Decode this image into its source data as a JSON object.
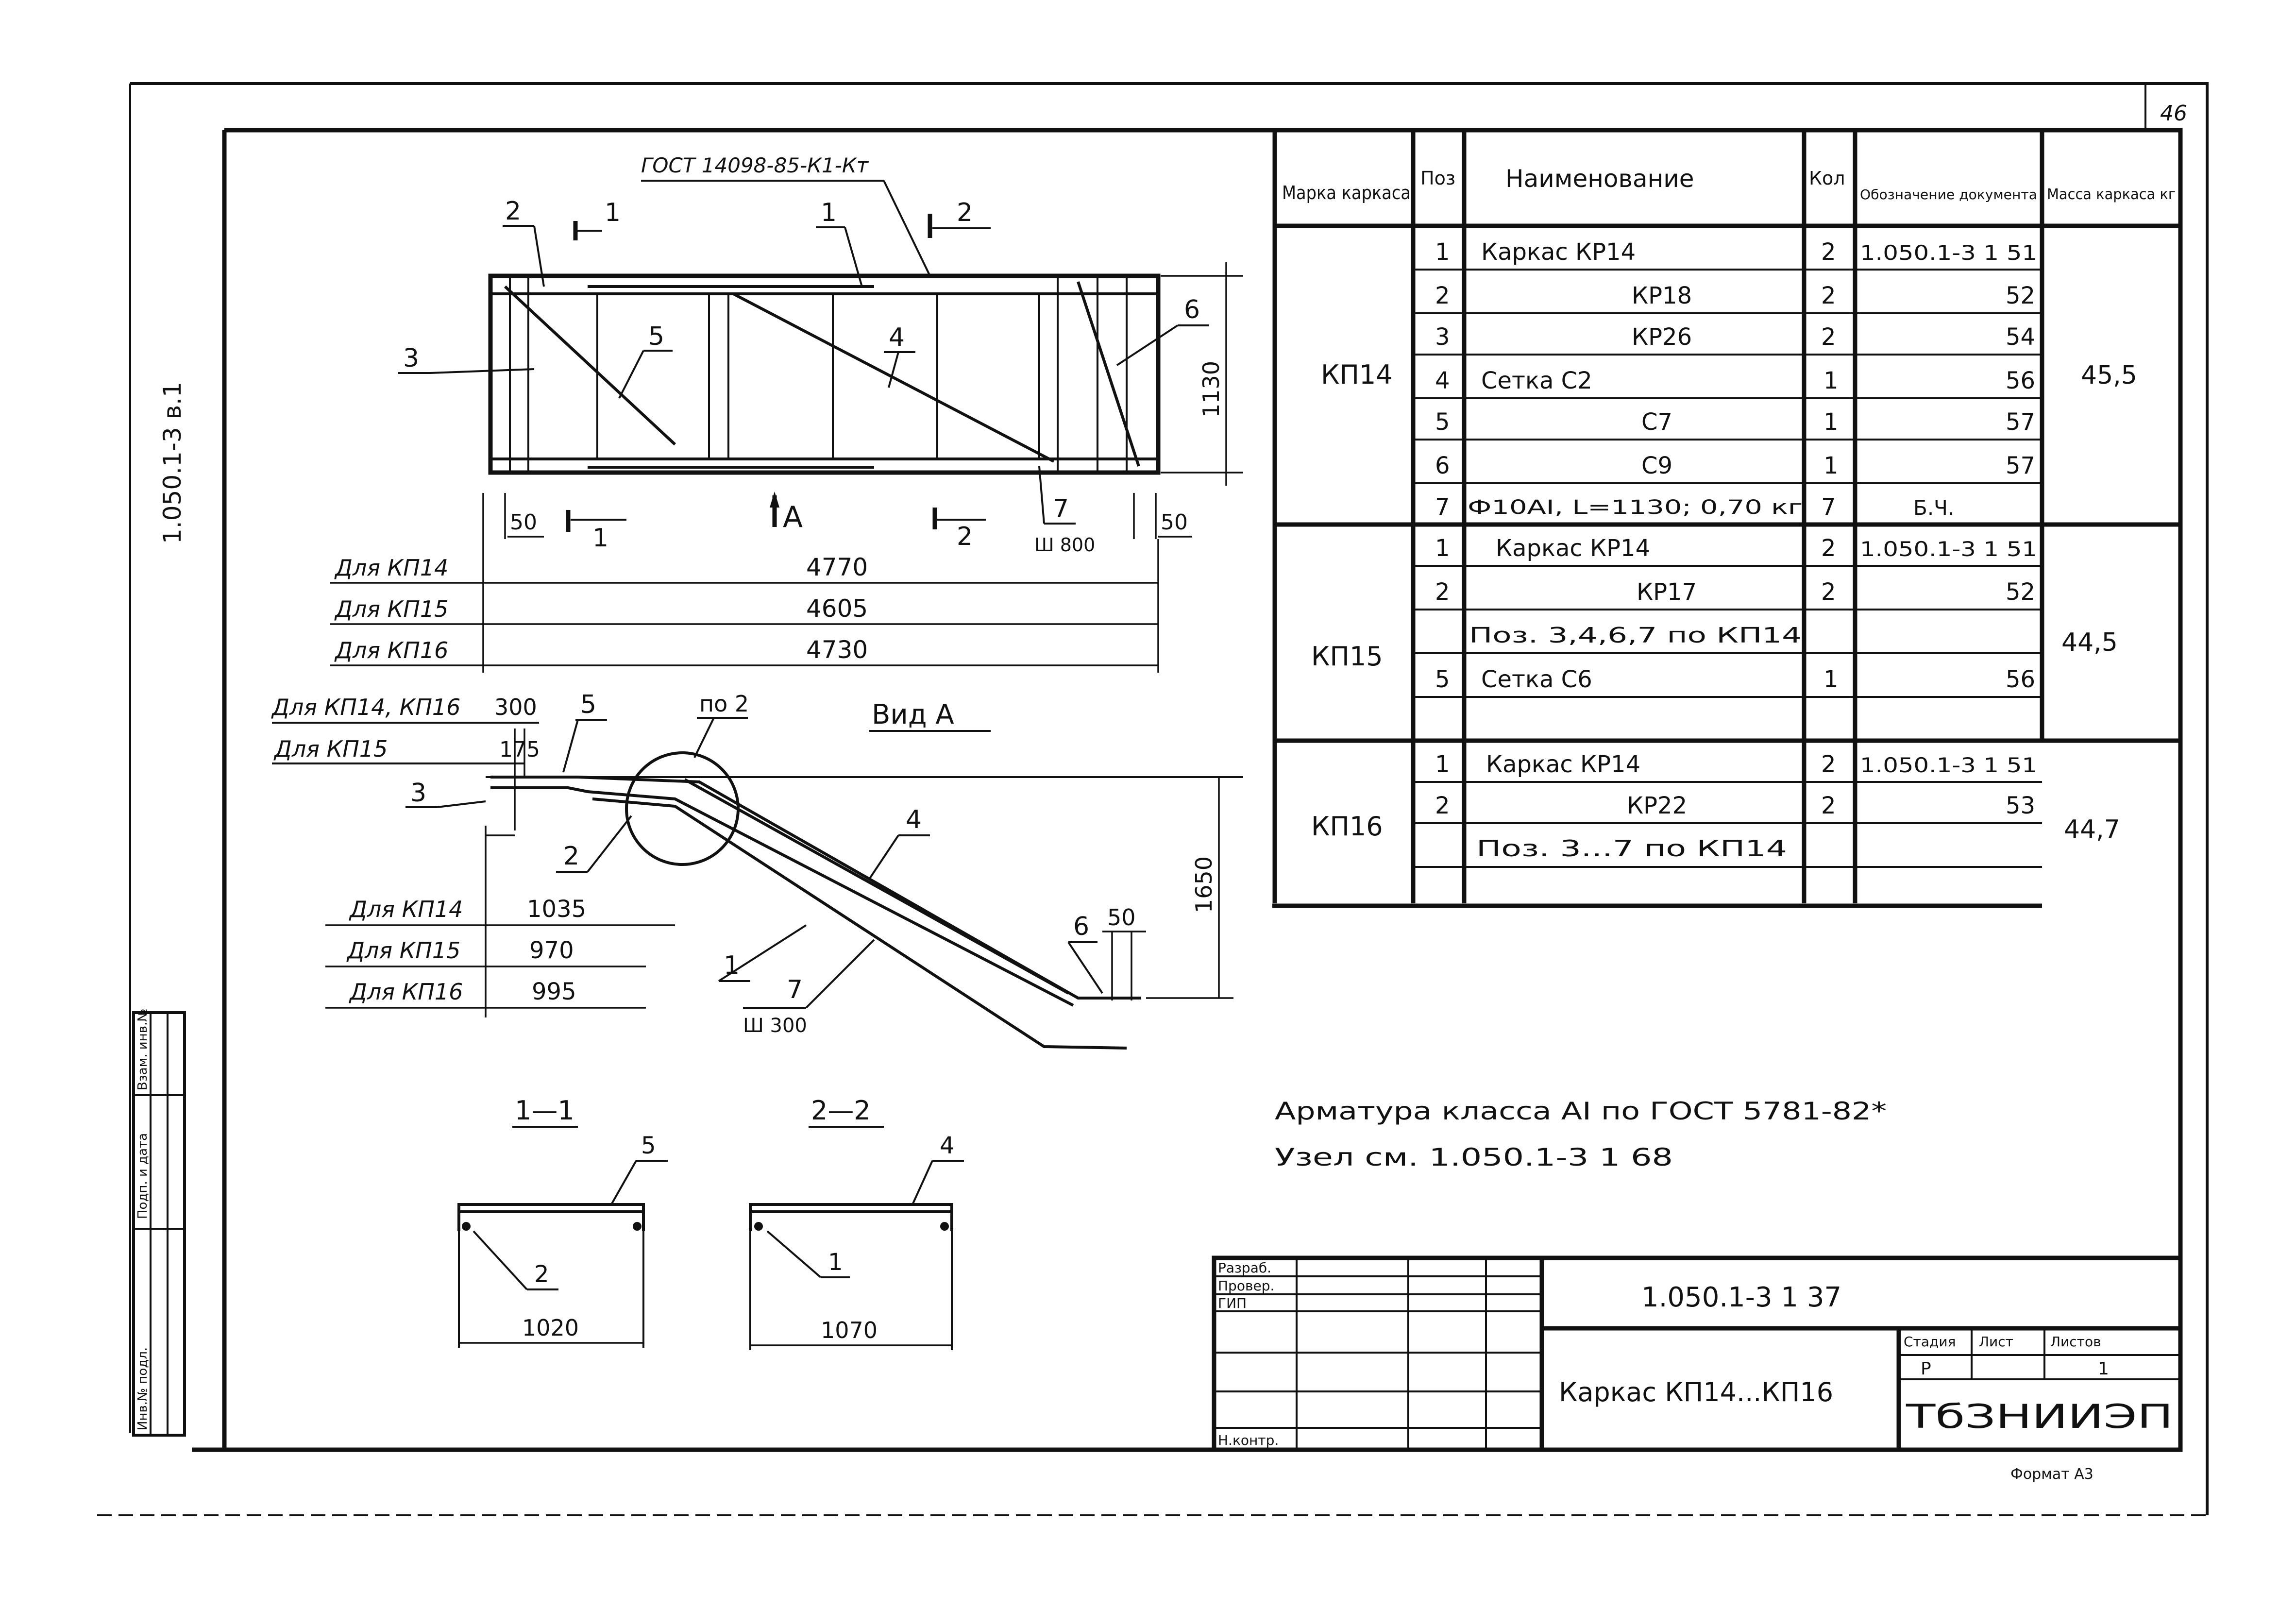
{
  "page_number": "46",
  "side_code": "1.050.1-3 в.1",
  "gost_ref": "ГОСТ 14098-85-К1-Кт",
  "plan_view": {
    "callouts": [
      "1",
      "2",
      "3",
      "4",
      "5",
      "6",
      "7"
    ],
    "section_marks": [
      "1",
      "2",
      "1",
      "2"
    ],
    "height_dim": "1130",
    "left_dim": "50",
    "right_dim": "50",
    "view_arrow": "А",
    "pitch_label": "Ш 800",
    "lengths": [
      {
        "label": "Для КП14",
        "value": "4770"
      },
      {
        "label": "Для КП15",
        "value": "4605"
      },
      {
        "label": "Для КП16",
        "value": "4730"
      }
    ]
  },
  "view_a": {
    "title": "Вид А",
    "for_kp14_16": "Для КП14, КП16",
    "dim_300": "300",
    "for_kp15": "Для КП15",
    "dim_175": "175",
    "label_po2": "по 2",
    "callouts": [
      "5",
      "3",
      "2",
      "4",
      "1",
      "6",
      "7"
    ],
    "height_dim": "1650",
    "end_dim": "50",
    "pitch_label": "Ш 300",
    "widths": [
      {
        "label": "Для КП14",
        "value": "1035"
      },
      {
        "label": "Для КП15",
        "value": "970"
      },
      {
        "label": "Для КП16",
        "value": "995"
      }
    ]
  },
  "sections": [
    {
      "title": "1—1",
      "top_callout": "5",
      "inner_callout": "2",
      "width": "1020"
    },
    {
      "title": "2—2",
      "top_callout": "4",
      "inner_callout": "1",
      "width": "1070"
    }
  ],
  "spec_table": {
    "headers": [
      "Марка каркаса",
      "Поз",
      "Наименование",
      "Кол",
      "Обозначение документа",
      "Масса каркаса кг"
    ],
    "groups": [
      {
        "mark": "КП14",
        "mass": "45,5",
        "rows": [
          {
            "pos": "1",
            "name": "Каркас КР14",
            "qty": "2",
            "doc": "1.050.1-3 1 51"
          },
          {
            "pos": "2",
            "name": "КР18",
            "qty": "2",
            "doc": "52"
          },
          {
            "pos": "3",
            "name": "КР26",
            "qty": "2",
            "doc": "54"
          },
          {
            "pos": "4",
            "name": "Сетка С2",
            "qty": "1",
            "doc": "56"
          },
          {
            "pos": "5",
            "name": "С7",
            "qty": "1",
            "doc": "57"
          },
          {
            "pos": "6",
            "name": "С9",
            "qty": "1",
            "doc": "57"
          },
          {
            "pos": "7",
            "name": "Ф10АI, L=1130; 0,70 кг",
            "qty": "7",
            "doc": "Б.Ч."
          }
        ]
      },
      {
        "mark": "КП15",
        "mass": "44,5",
        "rows": [
          {
            "pos": "1",
            "name": "Каркас КР14",
            "qty": "2",
            "doc": "1.050.1-3 1 51"
          },
          {
            "pos": "2",
            "name": "КР17",
            "qty": "2",
            "doc": "52"
          },
          {
            "pos": "",
            "name": "Поз. 3,4,6,7 по КП14",
            "qty": "",
            "doc": ""
          },
          {
            "pos": "5",
            "name": "Сетка С6",
            "qty": "1",
            "doc": "56"
          },
          {
            "pos": "",
            "name": "",
            "qty": "",
            "doc": ""
          }
        ]
      },
      {
        "mark": "КП16",
        "mass": "44,7",
        "rows": [
          {
            "pos": "1",
            "name": "Каркас КР14",
            "qty": "2",
            "doc": "1.050.1-3 1 51"
          },
          {
            "pos": "2",
            "name": "КР22",
            "qty": "2",
            "doc": "53"
          },
          {
            "pos": "",
            "name": "Поз. 3...7 по КП14",
            "qty": "",
            "doc": ""
          },
          {
            "pos": "",
            "name": "",
            "qty": "",
            "doc": ""
          }
        ]
      }
    ]
  },
  "notes": [
    "Арматура класса АI по ГОСТ 5781-82*",
    "Узел см. 1.050.1-3 1 68"
  ],
  "title_block": {
    "code": "1.050.1-3 1 37",
    "title": "Каркас КП14...КП16",
    "stage_header": "Стадия",
    "sheet_header": "Лист",
    "sheets_header": "Листов",
    "stage": "Р",
    "sheet": "1",
    "org": "ТбЗНИИЭП",
    "roles": [
      "Разраб.",
      "Провер.",
      "ГИП",
      "",
      "",
      "Н.контр."
    ],
    "format": "Формат А3"
  },
  "side_stamp": [
    "Инв.№ подл.",
    "Подп. и дата",
    "Взам. инв.№"
  ]
}
